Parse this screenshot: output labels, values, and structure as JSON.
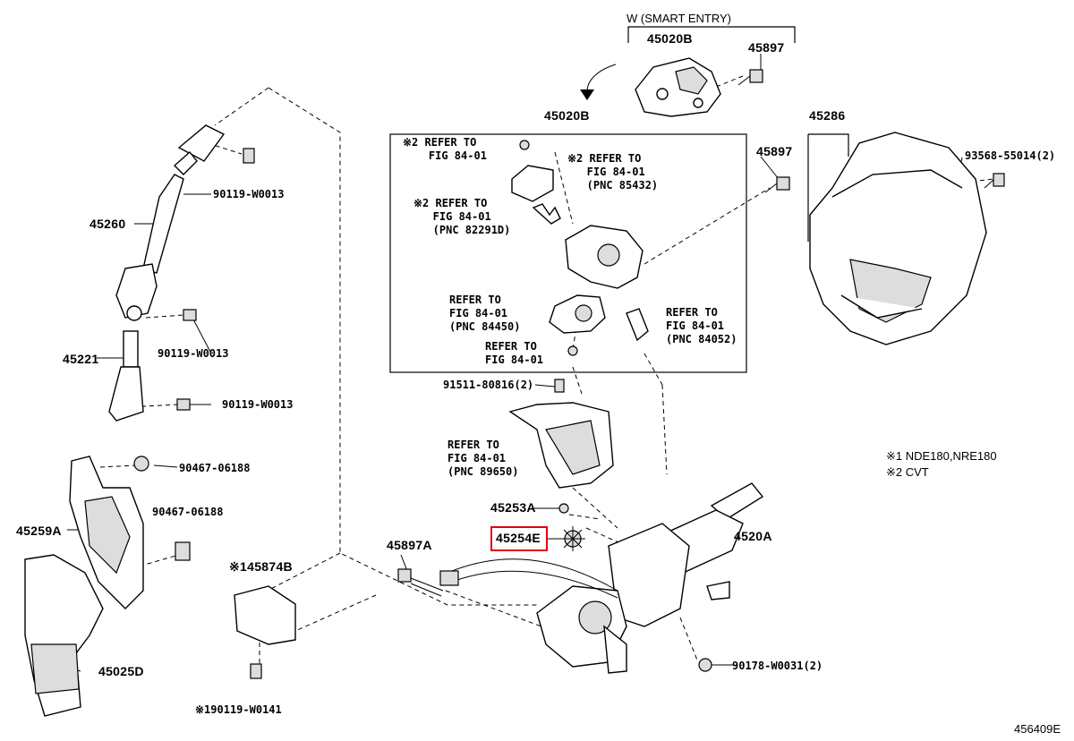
{
  "diagram": {
    "variant_header": "W (SMART ENTRY)",
    "parts": {
      "p45020B_top": "45020B",
      "p45897_top": "45897",
      "p45020B": "45020B",
      "p45897_right": "45897",
      "p45286": "45286",
      "p93568": "93568-55014(2)",
      "p45260": "45260",
      "p90119_a": "90119-W0013",
      "p90119_b": "90119-W0013",
      "p45221": "45221",
      "p90119_c": "90119-W0013",
      "p90467_a": "90467-06188",
      "p90467_b": "90467-06188",
      "p45259A": "45259A",
      "p45025D": "45025D",
      "p91511": "91511-80816(2)",
      "p45253A": "45253A",
      "p45254": "45254E",
      "p4520A": "4520A",
      "p45897A": "45897A",
      "p45874B": "※145874B",
      "p90178": "90178-W0031(2)",
      "p90119_w0141": "※190119-W0141"
    },
    "refs": {
      "r1": "※2 REFER TO\n    FIG 84-01",
      "r2": "※2 REFER TO\n   FIG 84-01\n   (PNC 85432)",
      "r3": "※2 REFER TO\n   FIG 84-01\n   (PNC 82291D)",
      "r4": "REFER TO\nFIG 84-01\n(PNC 84450)",
      "r5": "REFER TO\nFIG 84-01",
      "r6": "REFER TO\nFIG 84-01\n(PNC 84052)",
      "r7": "REFER TO\nFIG 84-01\n(PNC 89650)"
    },
    "notes": {
      "n1": "※1 NDE180,NRE180",
      "n2": "※2 CVT"
    },
    "figure_id": "456409E",
    "highlight_color": "#e00010"
  }
}
